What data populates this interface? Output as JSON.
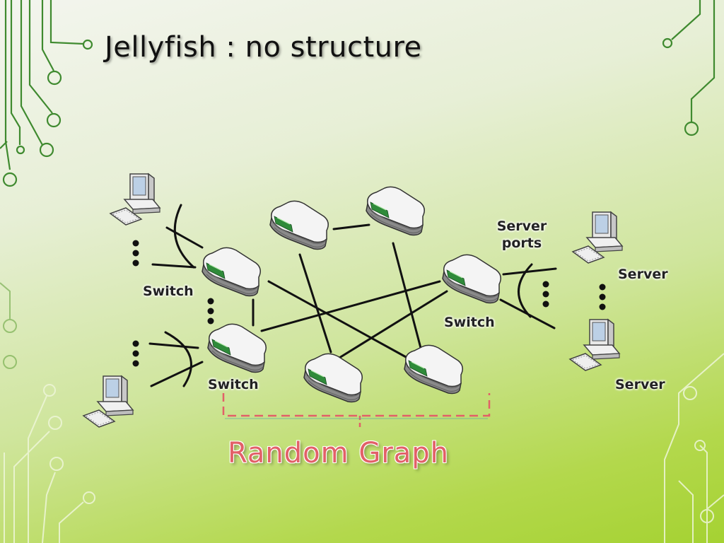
{
  "slide": {
    "title": "Jellyfish : no structure"
  },
  "diagram": {
    "switch_labels": [
      "Switch",
      "Switch",
      "Switch"
    ],
    "server_labels": [
      "Server",
      "Server"
    ],
    "server_ports_label": [
      "Server",
      "ports"
    ],
    "random_graph_label": "Random  Graph",
    "colors": {
      "link": "#111111",
      "bracket": "#e26068",
      "decoration": "#3f8a2f"
    }
  }
}
